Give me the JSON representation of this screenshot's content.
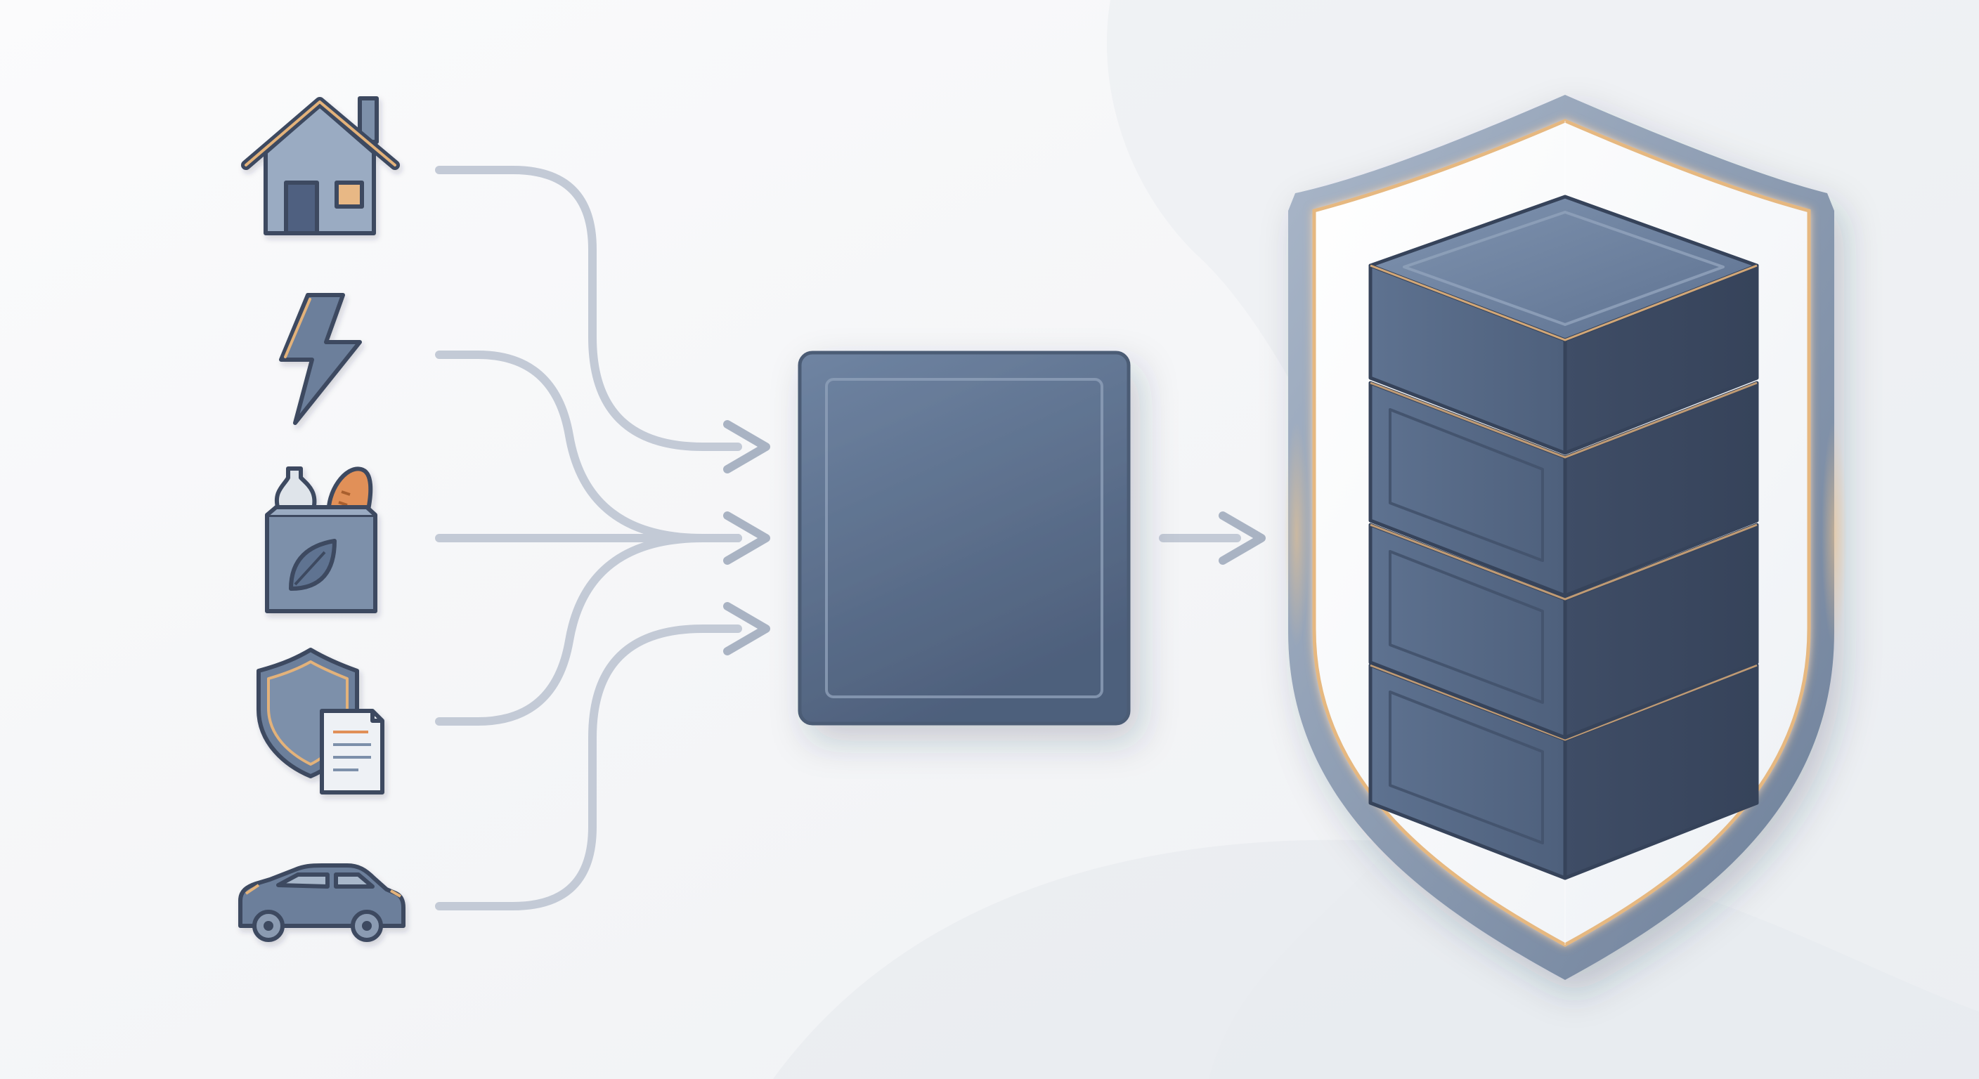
{
  "sources": [
    {
      "id": "housing",
      "icon": "house-icon"
    },
    {
      "id": "utilities",
      "icon": "lightning-bolt-icon"
    },
    {
      "id": "groceries",
      "icon": "grocery-bag-icon"
    },
    {
      "id": "insurance",
      "icon": "shield-document-icon"
    },
    {
      "id": "transportation",
      "icon": "car-icon"
    }
  ],
  "processor": {
    "icon": "processing-box-icon"
  },
  "storage": {
    "icon": "shielded-server-stack-icon",
    "tiers": 4
  },
  "colors": {
    "background": "#f5f6f8",
    "slate_light": "#7d90aa",
    "slate": "#5f7391",
    "slate_dark": "#3f4d66",
    "outline": "#3d4a60",
    "accent_gold": "#e3b27a",
    "accent_orange": "#e19058",
    "connector": "#c3cad6",
    "arrow": "#a9b3c3",
    "shield_outer": "#8b9bb2"
  }
}
